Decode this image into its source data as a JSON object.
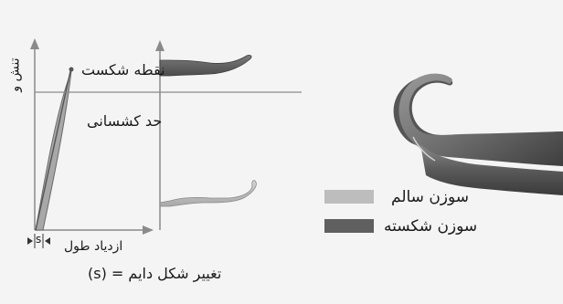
{
  "diagram": {
    "y_axis_label": "تنش و",
    "x_axis_label": "ازدیاد طول",
    "s_marker": "s",
    "fracture_point_label": "نقطه شکست",
    "elastic_limit_label": "حد کشسانی",
    "caption": "تغییر شکل دایم = (s)"
  },
  "legend": [
    {
      "label": "سوزن سالم",
      "color": "#bdbdbd"
    },
    {
      "label": "سوزن شکسته",
      "color": "#5f5f5f"
    }
  ],
  "colors": {
    "axis": "#8a8a8a",
    "healthy_needle": "#bdbdbd",
    "broken_needle": "#5f5f5f"
  }
}
